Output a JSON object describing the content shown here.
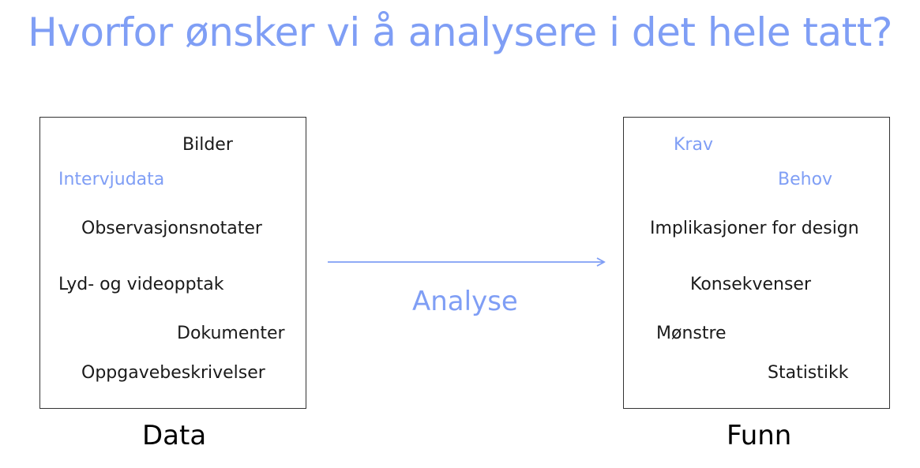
{
  "title": "Hvorfor ønsker vi å analysere i det hele tatt?",
  "colors": {
    "accent": "#7f9ef5",
    "text": "#1a1a1a",
    "border": "#333333"
  },
  "data_box": {
    "caption": "Data",
    "items": [
      "Bilder",
      "Intervjudata",
      "Observasjonsnotater",
      "Lyd- og videopptak",
      "Dokumenter",
      "Oppgavebeskrivelser"
    ]
  },
  "findings_box": {
    "caption": "Funn",
    "items": [
      "Krav",
      "Behov",
      "Implikasjoner for design",
      "Konsekvenser",
      "Mønstre",
      "Statistikk"
    ]
  },
  "arrow": {
    "label": "Analyse",
    "icon": "arrow-right-icon"
  }
}
